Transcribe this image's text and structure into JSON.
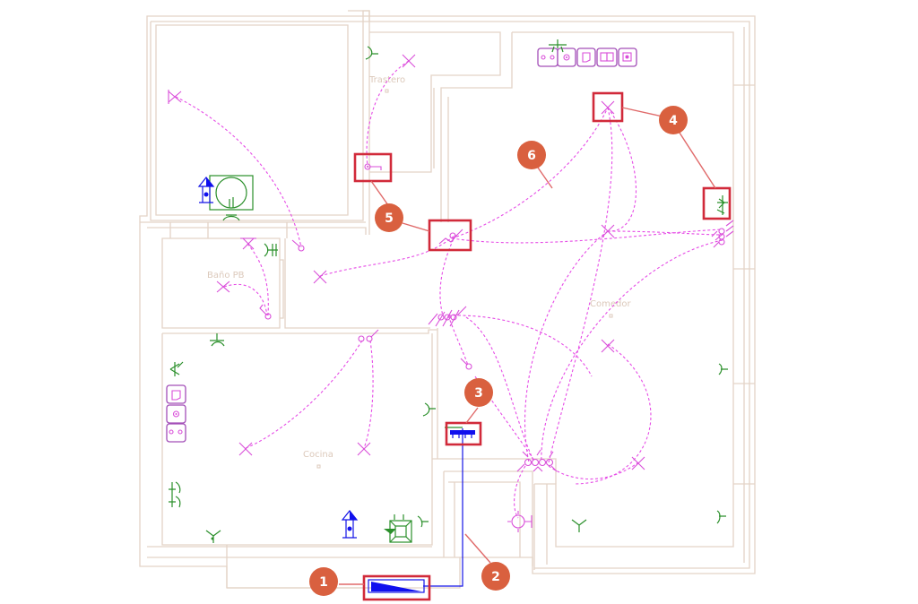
{
  "plan": {
    "title": "Electrical floor plan",
    "rooms": [
      {
        "id": "trastero",
        "label": "Trastero"
      },
      {
        "id": "bano",
        "label": "Baño PB"
      },
      {
        "id": "comedor",
        "label": "Comedor"
      },
      {
        "id": "cocina",
        "label": "Cocina"
      }
    ],
    "callouts": [
      {
        "number": "1",
        "meaning": "distribution panel"
      },
      {
        "number": "2",
        "meaning": "feeder line"
      },
      {
        "number": "3",
        "meaning": "panel / busbar"
      },
      {
        "number": "4",
        "meaning": "light point and switch"
      },
      {
        "number": "5",
        "meaning": "switch pair"
      },
      {
        "number": "6",
        "meaning": "circuit wire"
      }
    ],
    "colors": {
      "walls": "#e3d3c6",
      "wiring": "#e64ce6",
      "sockets": "#a34fb8",
      "green_devices": "#2a8f2a",
      "blue_devices": "#1414e6",
      "highlight": "#d12a3a",
      "callout": "#d9603f"
    },
    "icons": {
      "light_point": "x-cross-icon",
      "switch": "switch-icon",
      "socket": "socket-icon",
      "tv_socket": "tv-socket-icon",
      "network_socket": "network-socket-icon",
      "telephone_socket": "phone-socket-icon",
      "water_point": "water-point-icon",
      "boiler": "boiler-icon",
      "panel": "distribution-panel-icon",
      "busbar": "busbar-icon",
      "doorbell": "doorbell-icon"
    }
  }
}
